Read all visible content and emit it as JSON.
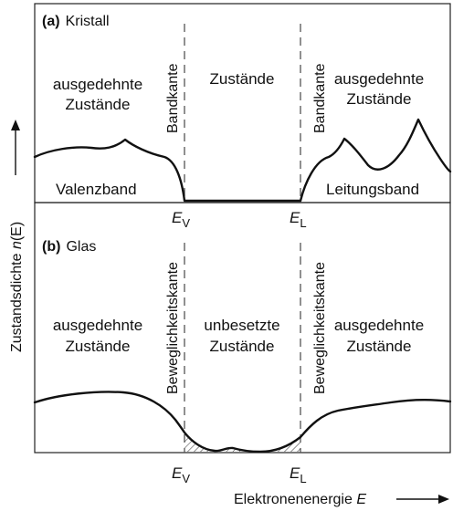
{
  "y_axis": {
    "label": "Zustandsdichte ",
    "symbol": "n",
    "paren": "(E)"
  },
  "x_axis": {
    "label": "Elektronenenergie ",
    "symbol": "E"
  },
  "panel_a": {
    "letter": "(a)",
    "title": "Kristall",
    "left_region": [
      "ausgedehnte",
      "Zustände"
    ],
    "middle_region": "Zustände",
    "right_region": [
      "ausgedehnte",
      "Zustände"
    ],
    "left_edge": "Bandkante",
    "right_edge": "Bandkante",
    "valence_band": "Valenzband",
    "conduction_band": "Leitungsband",
    "ev_letter": "E",
    "ev_sub": "V",
    "el_letter": "E",
    "el_sub": "L"
  },
  "panel_b": {
    "letter": "(b)",
    "title": "Glas",
    "left_region": [
      "ausgedehnte",
      "Zustände"
    ],
    "middle_region": [
      "unbesetzte",
      "Zustände"
    ],
    "right_region": [
      "ausgedehnte",
      "Zustände"
    ],
    "left_edge": "Beweglichkeitskante",
    "right_edge": "Beweglichkeitskante",
    "ev_letter": "E",
    "ev_sub": "V",
    "el_letter": "E",
    "el_sub": "L"
  }
}
